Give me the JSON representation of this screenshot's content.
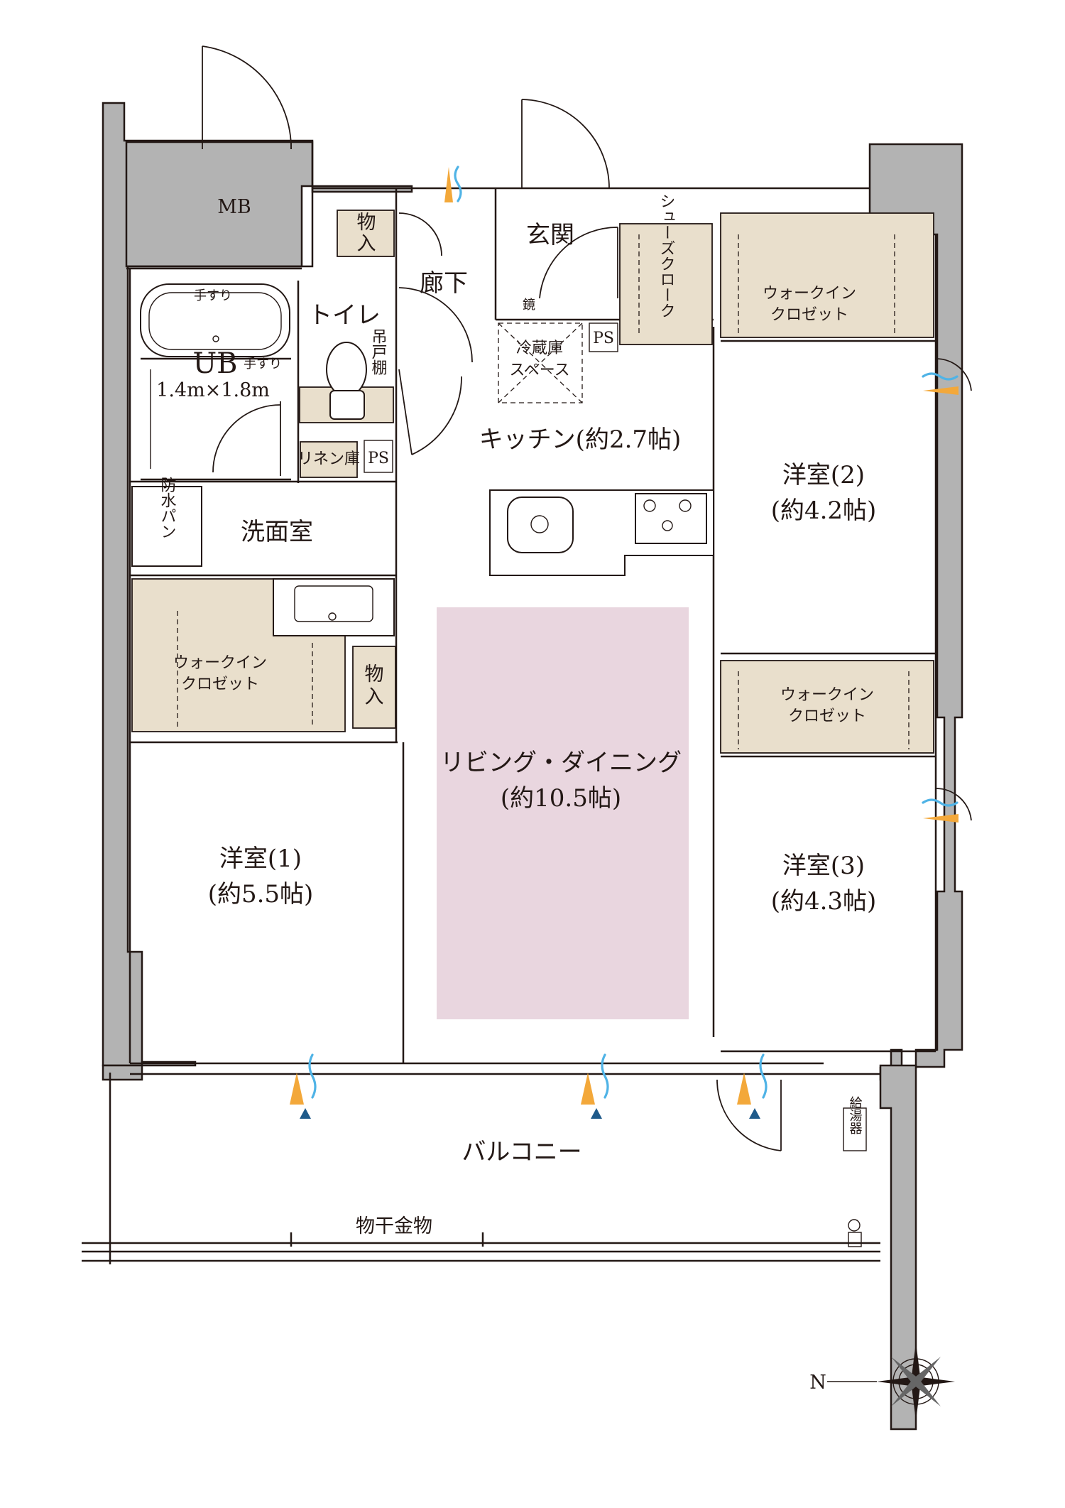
{
  "colors": {
    "living_highlight": "#e9d6df",
    "storage_fill": "#e9dfcc",
    "wall_fill": "#b3b3b3",
    "vent_orange": "#f3a83a",
    "vent_blue": "#4fb3e6",
    "line": "#231815"
  },
  "labels": {
    "mb": "MB",
    "monoire": "物入",
    "rouka": "廊下",
    "genkan": "玄関",
    "mirror": "鏡",
    "shoes_closet": "シューズクローク",
    "wic": "ウォークインクロゼット",
    "toilet": "トイレ",
    "tsuri_todana": "吊戸棚",
    "handrail": "手すり",
    "ub": "UB",
    "ub_size": "1.4m×1.8m",
    "fridge_line1": "冷蔵庫",
    "fridge_line2": "スペース",
    "ps": "PS",
    "kitchen": "キッチン(約2.7帖)",
    "linen": "リネン庫",
    "bouwsui_pan": "防水パン",
    "senmenshitsu": "洗面室",
    "room2_name": "洋室(2)",
    "room2_size": "(約4.2帖)",
    "living_name": "リビング・ダイニング",
    "living_size": "(約10.5帖)",
    "room1_name": "洋室(1)",
    "room1_size": "(約5.5帖)",
    "room3_name": "洋室(3)",
    "room3_size": "(約4.3帖)",
    "balcony": "バルコニー",
    "kyutouki": "給湯器",
    "monohoshi": "物干金物",
    "north": "N"
  }
}
